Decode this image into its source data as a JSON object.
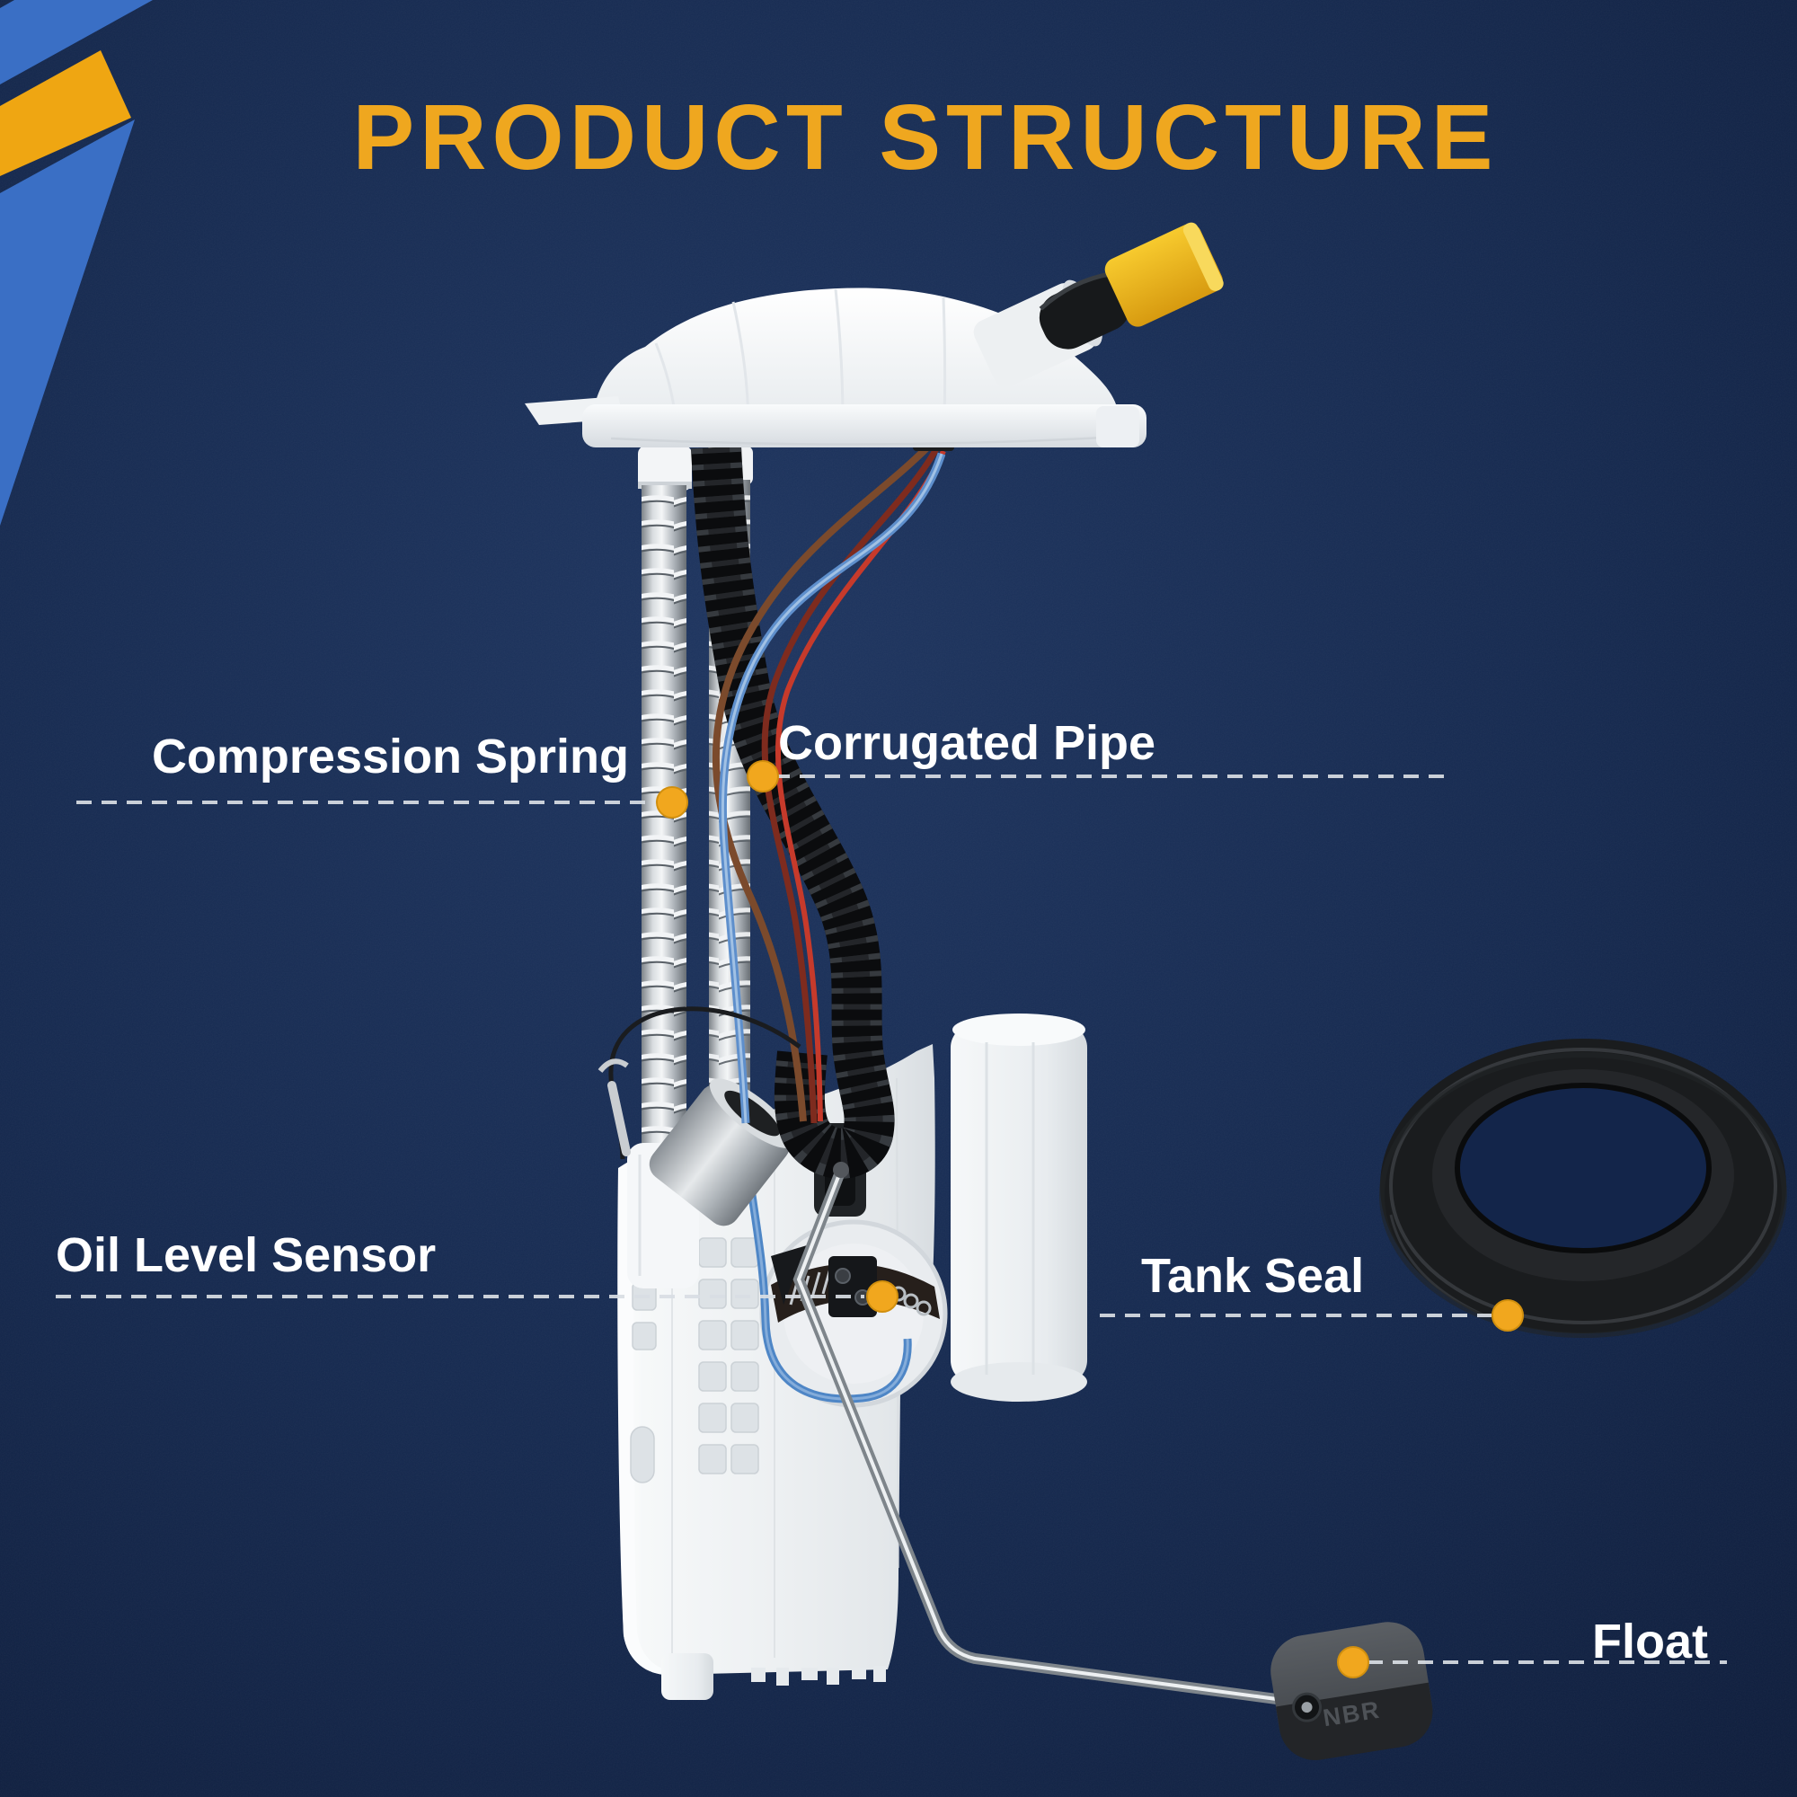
{
  "title": {
    "text": "PRODUCT STRUCTURE",
    "color": "#EFA71F"
  },
  "callouts": [
    {
      "id": "compression-spring",
      "label": "Compression Spring"
    },
    {
      "id": "corrugated-pipe",
      "label": "Corrugated Pipe"
    },
    {
      "id": "oil-level-sensor",
      "label": "Oil Level Sensor"
    },
    {
      "id": "tank-seal",
      "label": "Tank Seal"
    },
    {
      "id": "float",
      "label": "Float"
    }
  ],
  "float_marking": "NBR",
  "colors": {
    "background_navy": "#14274D",
    "accent_blue": "#3A6FC5",
    "accent_yellow": "#EFA612",
    "title_gold": "#EFA71F",
    "label_white": "#FFFFFF",
    "callout_dot_yellow": "#F1A71E",
    "leader_line": "#D9DEE4"
  }
}
